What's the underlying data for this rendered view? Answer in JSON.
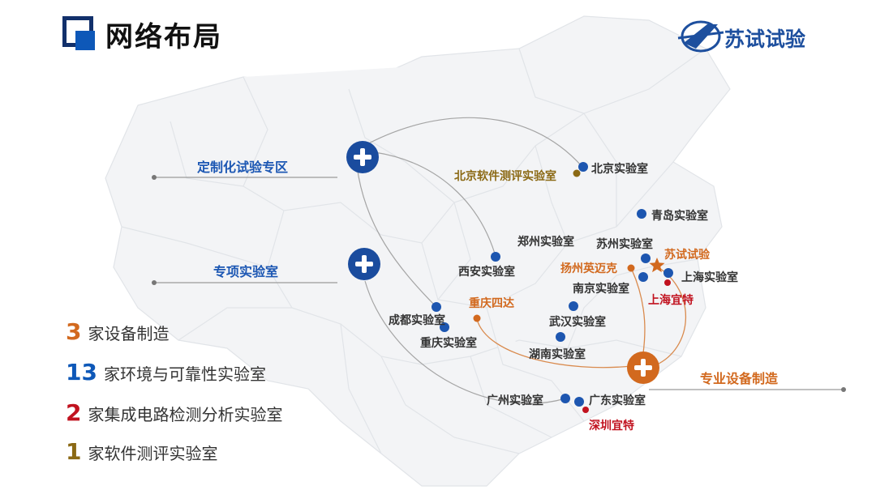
{
  "header": {
    "title": "网络布局",
    "brand_name": "苏试试验"
  },
  "colors": {
    "navy": "#12306b",
    "blue": "#0e58b8",
    "orange": "#d2691e",
    "olive": "#8b6914",
    "red": "#c1121f",
    "line_gray": "#9a9a9a"
  },
  "hubs": {
    "custom_zone": "定制化试验专区",
    "special_lab": "专项实验室",
    "equipment": "专业设备制造"
  },
  "labs": {
    "beijing": "北京实验室",
    "beijing_software": "北京软件测评实验室",
    "qingdao": "青岛实验室",
    "zhengzhou": "郑州实验室",
    "suzhou": "苏州实验室",
    "xian": "西安实验室",
    "suzhou_hq": "苏试试验",
    "yangzhou": "扬州英迈克",
    "shanghai": "上海实验室",
    "nanjing": "南京实验室",
    "shanghai_yite": "上海宜特",
    "chongqing_sida": "重庆四达",
    "chengdu": "成都实验室",
    "wuhan": "武汉实验室",
    "chongqing": "重庆实验室",
    "hunan": "湖南实验室",
    "guangzhou": "广州实验室",
    "guangdong": "广东实验室",
    "shenzhen_yite": "深圳宜特"
  },
  "legend": [
    {
      "number": "3",
      "text": "家设备制造",
      "color": "#d2691e"
    },
    {
      "number": "13",
      "text": "家环境与可靠性实验室",
      "color": "#0e58b8"
    },
    {
      "number": "2",
      "text": "家集成电路检测分析实验室",
      "color": "#c1121f"
    },
    {
      "number": "1",
      "text": "家软件测评实验室",
      "color": "#8b6914"
    }
  ]
}
